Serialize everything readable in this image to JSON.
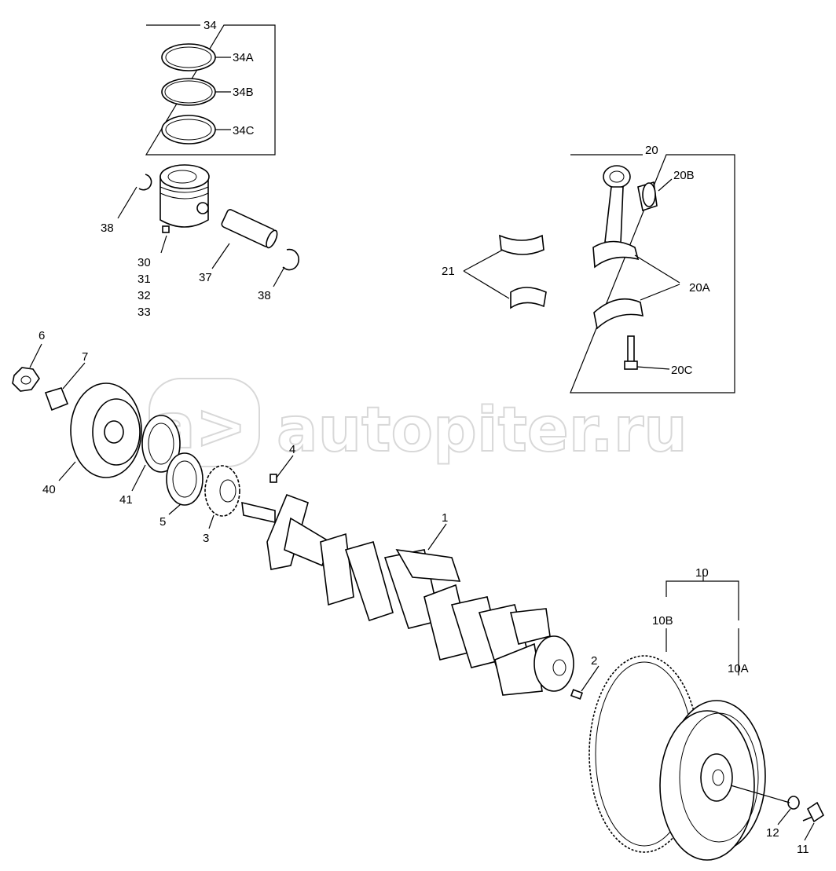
{
  "watermark": "autopiter.ru",
  "watermark_logo": "a>",
  "labels": {
    "l34": "34",
    "l34a": "34A",
    "l34b": "34B",
    "l34c": "34C",
    "l38a": "38",
    "l30": "30",
    "l31": "31",
    "l32": "32",
    "l33": "33",
    "l37": "37",
    "l38b": "38",
    "l20": "20",
    "l20b": "20B",
    "l21": "21",
    "l20a": "20A",
    "l20c": "20C",
    "l6": "6",
    "l7": "7",
    "l40": "40",
    "l41": "41",
    "l5": "5",
    "l3": "3",
    "l4": "4",
    "l1": "1",
    "l10": "10",
    "l10b": "10B",
    "l10a": "10A",
    "l2": "2",
    "l12": "12",
    "l11": "11"
  }
}
